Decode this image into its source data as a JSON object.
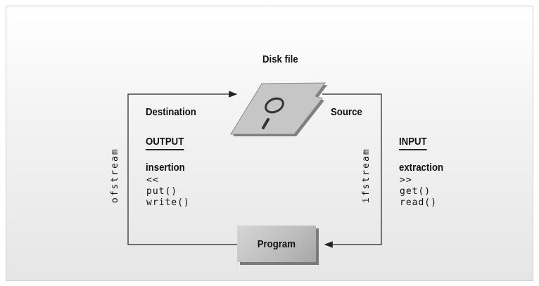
{
  "diagram": {
    "disk_label": "Disk file",
    "destination_label": "Destination",
    "source_label": "Source",
    "program_label": "Program",
    "ofstream_label": "ofstream",
    "ifstream_label": "ifstream",
    "output": {
      "heading": "OUTPUT",
      "operation": "insertion",
      "operator": "<<",
      "methods": [
        "put()",
        "write()"
      ]
    },
    "input": {
      "heading": "INPUT",
      "operation": "extraction",
      "operator": ">>",
      "methods": [
        "get()",
        "read()"
      ]
    }
  },
  "colors": {
    "line": "#222222",
    "disk": "#c4c4c4",
    "program_box": "#bcbcbc"
  }
}
